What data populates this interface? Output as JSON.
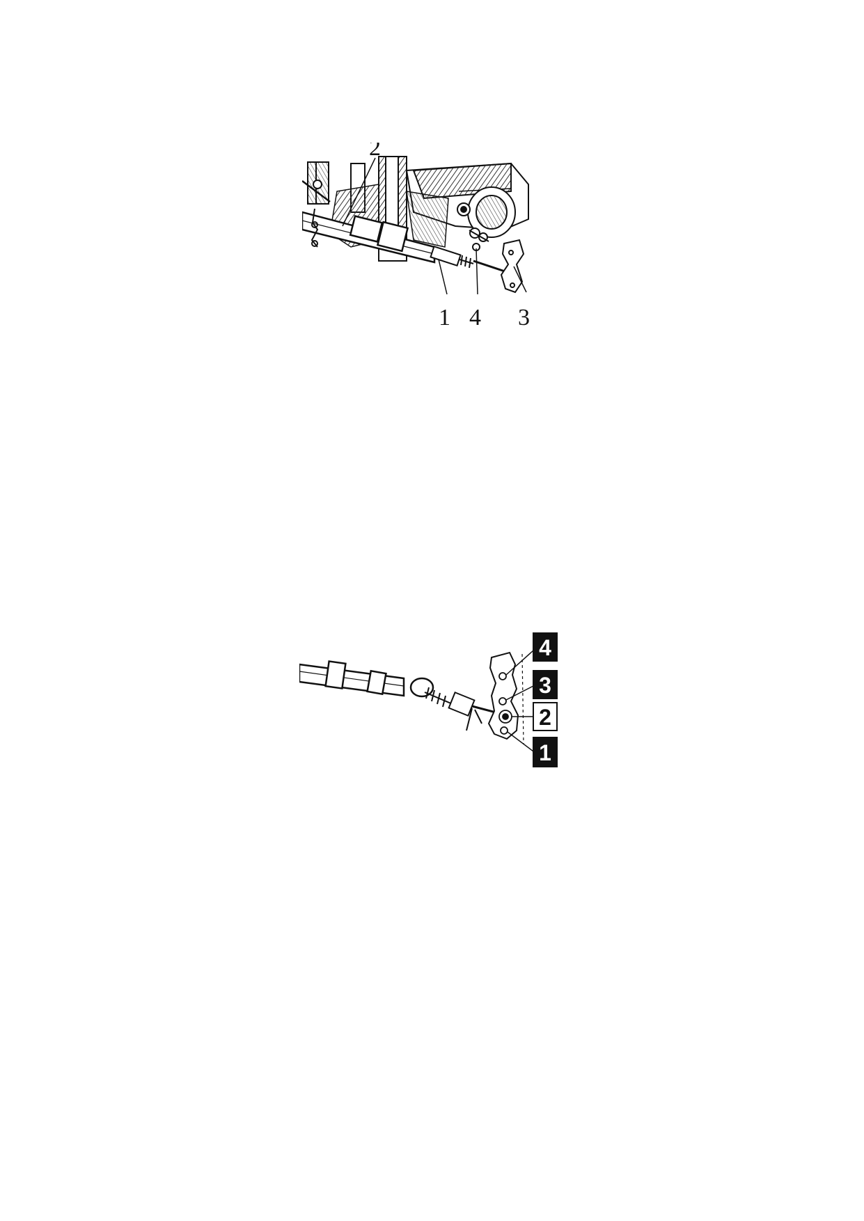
{
  "figure_top": {
    "callouts": [
      "2",
      "1",
      "4",
      "3"
    ]
  },
  "figure_bottom": {
    "positions": [
      "4",
      "3",
      "2",
      "1"
    ],
    "selected_position": "2"
  },
  "colors": {
    "ink": "#111111",
    "paper": "#ffffff",
    "hatch": "#333333"
  }
}
